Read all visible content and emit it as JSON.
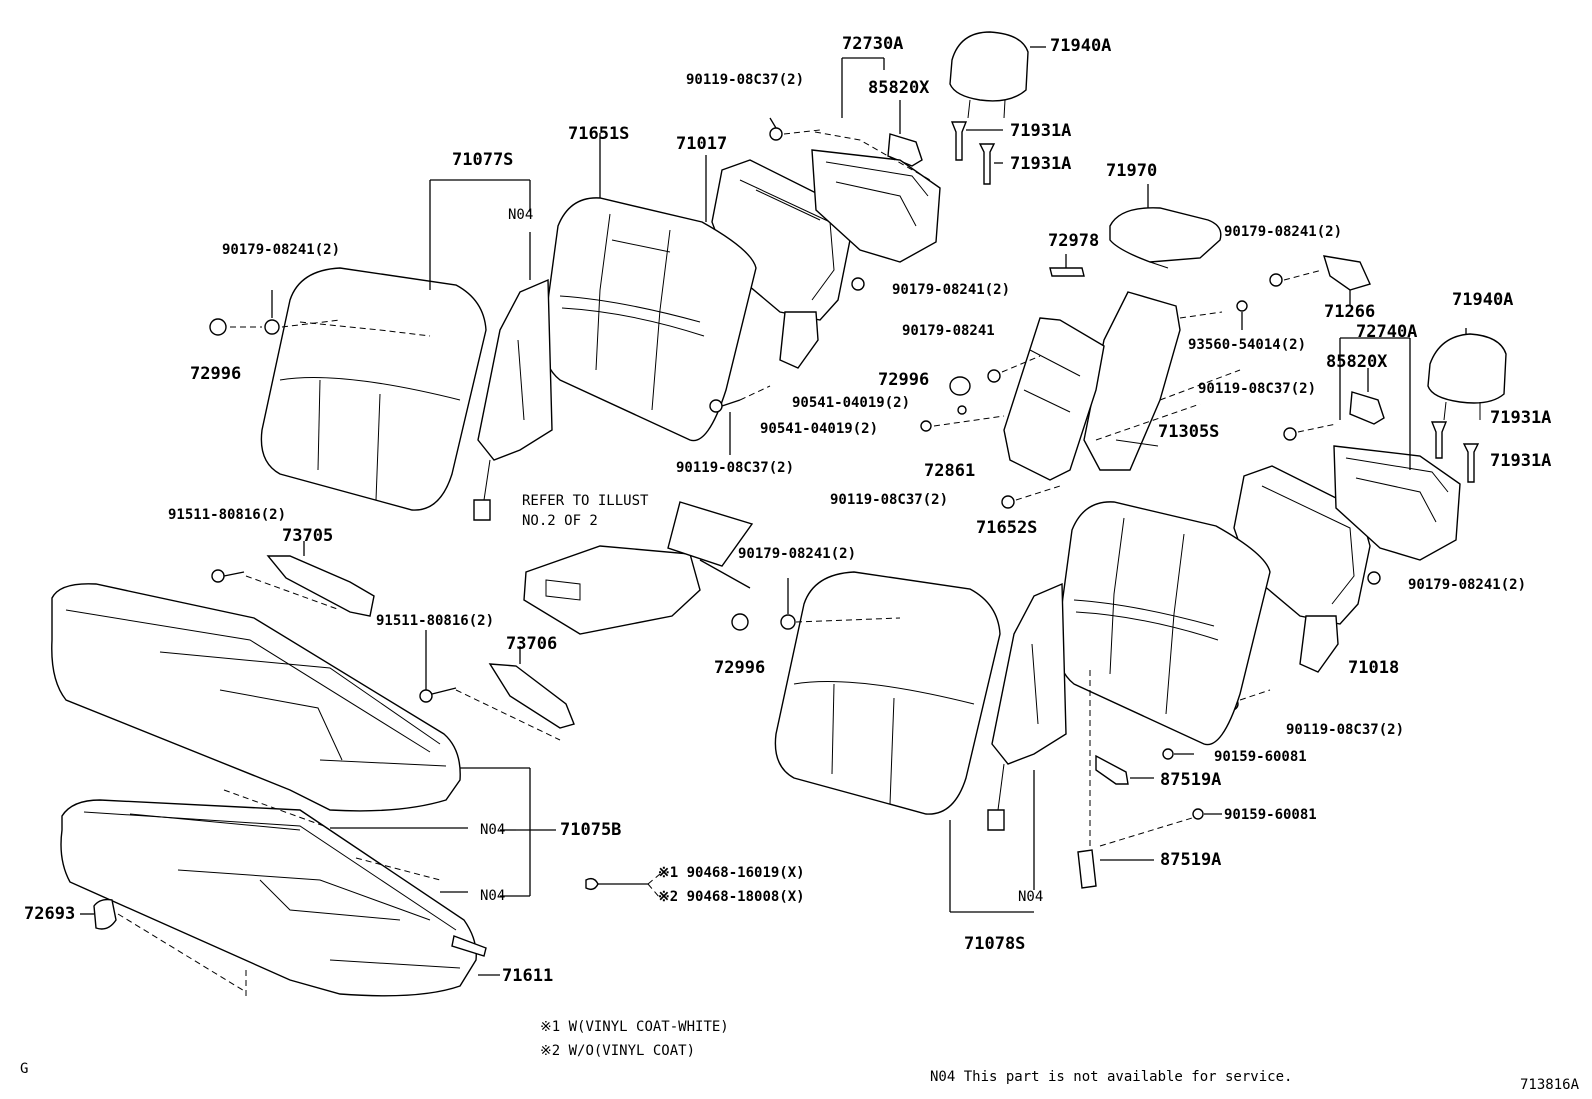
{
  "labels": {
    "l72730A": "72730A",
    "l71940A_a": "71940A",
    "l90119_a": "90119-08C37(2)",
    "l85820X_a": "85820X",
    "l71931A_a": "71931A",
    "l71931A_b": "71931A",
    "l71651S": "71651S",
    "l71017": "71017",
    "l71077S": "71077S",
    "l71970": "71970",
    "lN04_a": "N04",
    "l90179_a": "90179-08241(2)",
    "l72978": "72978",
    "l90179_b": "90179-08241(2)",
    "l90179_c": "90179-08241(2)",
    "l71266": "71266",
    "l71940A_b": "71940A",
    "l72996_a": "72996",
    "l90179_d": "90179-08241",
    "l93560": "93560-54014(2)",
    "l72740A": "72740A",
    "l85820X_b": "85820X",
    "l72996_b": "72996",
    "l90541_a": "90541-04019(2)",
    "l90119_b": "90119-08C37(2)",
    "l71931A_c": "71931A",
    "l90541_b": "90541-04019(2)",
    "l71305S": "71305S",
    "l71931A_d": "71931A",
    "l90119_c": "90119-08C37(2)",
    "l72861": "72861",
    "l90119_d": "90119-08C37(2)",
    "l91511_a": "91511-80816(2)",
    "l73705": "73705",
    "l71652S": "71652S",
    "l90179_e": "90179-08241(2)",
    "l90179_f": "90179-08241(2)",
    "l91511_b": "91511-80816(2)",
    "l73706": "73706",
    "l72996_c": "72996",
    "l71018": "71018",
    "l90119_e": "90119-08C37(2)",
    "l90159_a": "90159-60081",
    "l87519A_a": "87519A",
    "lN04_b": "N04",
    "l71075B": "71075B",
    "l90159_b": "90159-60081",
    "l87519A_b": "87519A",
    "lN04_c": "N04",
    "lN04_d": "N04",
    "l72693": "72693",
    "l71611": "71611",
    "l71078S": "71078S"
  },
  "refer_note": {
    "line1": "REFER TO ILLUST",
    "line2": "NO.2 OF 2"
  },
  "options": {
    "opt1": "※1 90468-16019(X)",
    "opt2": "※2 90468-18008(X)"
  },
  "footnotes": {
    "fn1": "※1 W(VINYL COAT-WHITE)",
    "fn2": "※2 W/O(VINYL COAT)"
  },
  "corner_letter": "G",
  "service_note": "N04  This part is not available for service.",
  "figure_id": "713816A"
}
